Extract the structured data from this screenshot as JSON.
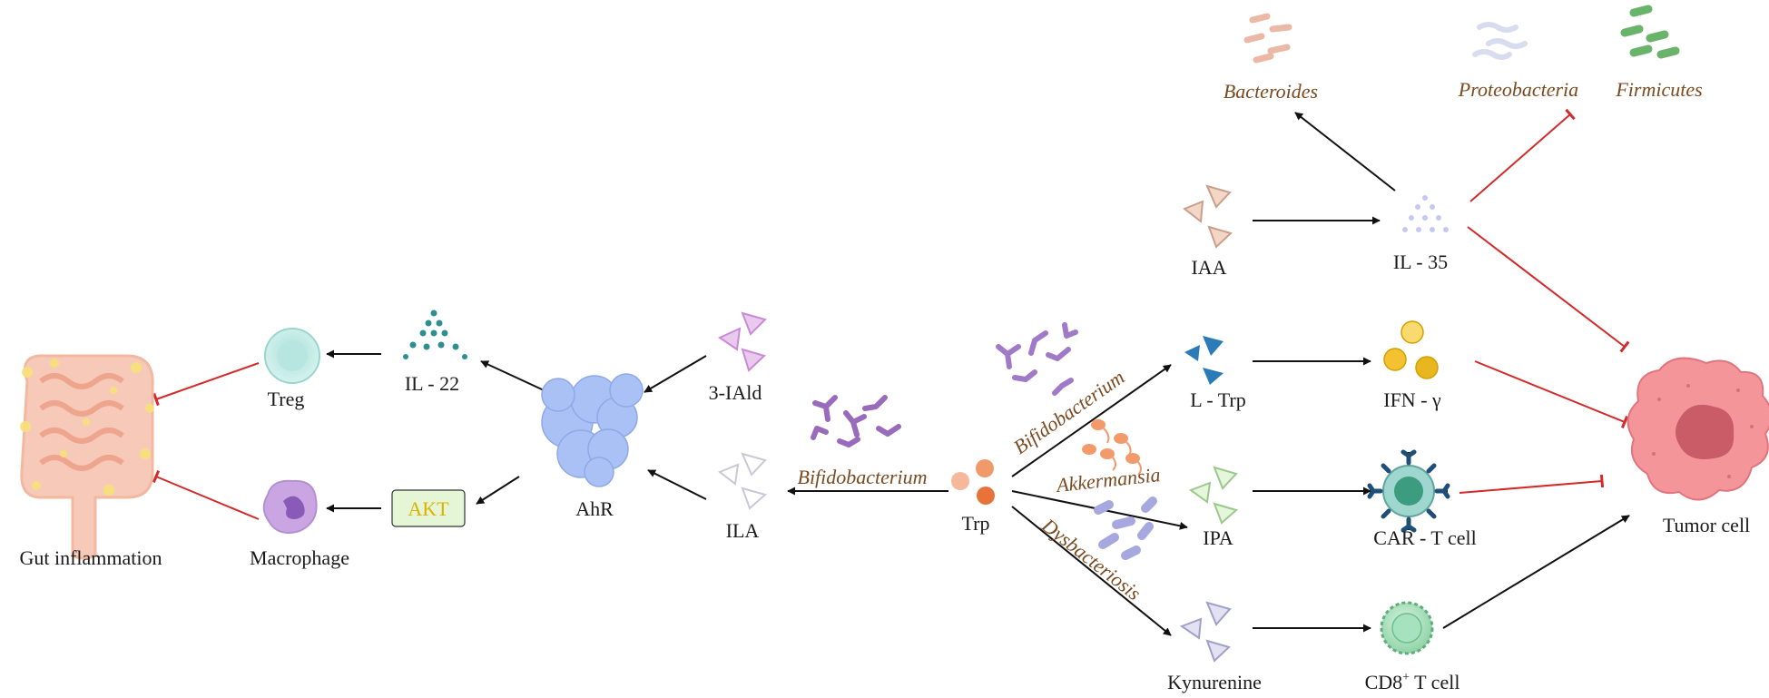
{
  "labels": {
    "gut": "Gut  inflammation",
    "treg": "Treg",
    "macrophage": "Macrophage",
    "il22": "IL - 22",
    "akt": "AKT",
    "ahr": "AhR",
    "iald": "3-IAld",
    "ila": "ILA",
    "trp": "Trp",
    "iaa": "IAA",
    "il35": "IL - 35",
    "ltrp": "L - Trp",
    "ifn": "IFN - γ",
    "ipa": "IPA",
    "cart": "CAR - T  cell",
    "kyn": "Kynurenine",
    "cd8_main": "CD8",
    "cd8_sup": "+",
    "cd8_rest": " T cell",
    "tumor": "Tumor cell"
  },
  "bacteria": {
    "bacteroides": "Bacteroides",
    "proteobacteria": "Proteobacteria",
    "firmicutes": "Firmicutes",
    "bifido_left": "Bifidobacterium",
    "bifido_up": "Bifidobacterium",
    "akkermansia": "Akkermansia",
    "dysbacteriosis": "Dysbacteriosis"
  },
  "colors": {
    "activation": "#111111",
    "inhibition": "#d42a2a",
    "bacteria_text": "#7a4a20"
  }
}
